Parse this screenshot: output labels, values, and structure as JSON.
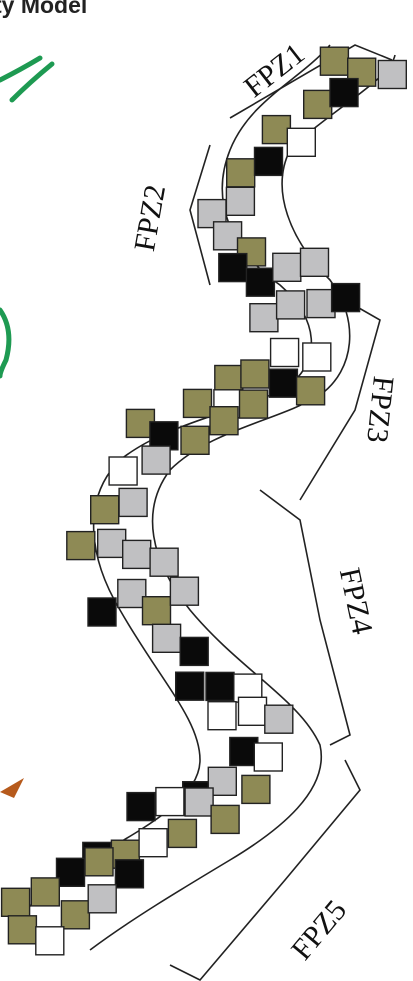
{
  "figure": {
    "title": "ty Model",
    "zones": [
      "FPZ1",
      "FPZ2",
      "FPZ3",
      "FPZ4",
      "FPZ5"
    ]
  },
  "colors": {
    "olive": "#8e8a55",
    "gray": "#c0c0c2",
    "black": "#0a0a0a",
    "white": "#ffffff",
    "outline": "#222222",
    "green_strand": "#1e9a52",
    "orange_arrow": "#b65a1c"
  }
}
